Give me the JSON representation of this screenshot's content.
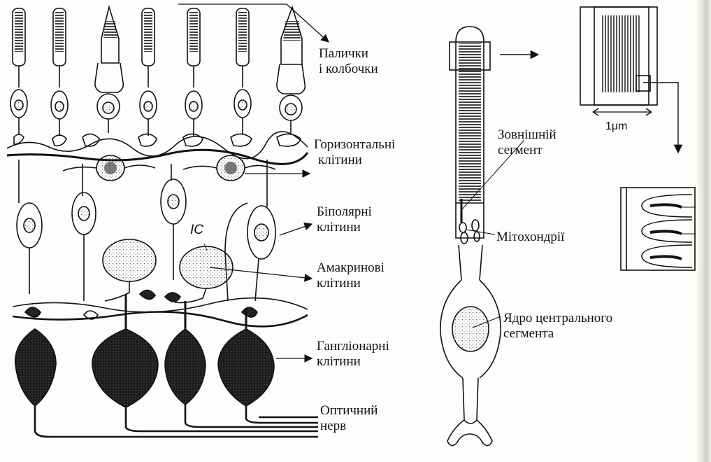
{
  "labels": {
    "rods_cones": [
      "Палички",
      "і колбочки"
    ],
    "horizontal": [
      "Горизонтальні",
      "клітини"
    ],
    "bipolar": [
      "Біполярні",
      "клітини"
    ],
    "amacrine": [
      "Амакринові",
      "клітини"
    ],
    "ganglion": [
      "Гангліонарні",
      "клітини"
    ],
    "optic_nerve": [
      "Оптичний",
      "нерв"
    ],
    "outer_segment": [
      "Зовнішній",
      "сегмент"
    ],
    "mitochondria": "Мітохондрії",
    "nucleus": [
      "Ядро центрального",
      "сегмента"
    ],
    "ic_marker": "IC",
    "scale": "1μm"
  },
  "colors": {
    "ink": "#111111",
    "stipple": "#6a6a6a",
    "dark_cell": "#1c1c1c",
    "paper": "#fdfdfb"
  }
}
